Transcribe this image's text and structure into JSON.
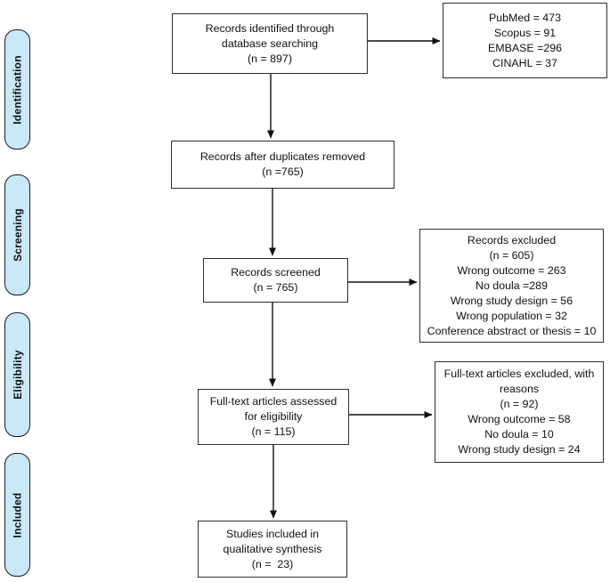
{
  "colors": {
    "stage_fill": "#c9e8f8",
    "stage_border": "#1b1b1b",
    "box_border": "#2e2e2e",
    "box_fill": "#ffffff",
    "arrow": "#111111"
  },
  "stages": [
    {
      "label": "Identification"
    },
    {
      "label": "Screening"
    },
    {
      "label": "Eligibility"
    },
    {
      "label": "Included"
    }
  ],
  "boxes": {
    "identified": {
      "lines": [
        "Records identified through",
        "database searching",
        "(n = 897)"
      ]
    },
    "sources": {
      "lines": [
        "PubMed = 473",
        "Scopus = 91",
        "EMBASE =296",
        "CINAHL = 37"
      ]
    },
    "duplicates_removed": {
      "lines": [
        "Records after duplicates removed",
        "(n =765)"
      ]
    },
    "screened": {
      "lines": [
        "Records screened",
        "(n = 765)"
      ]
    },
    "records_excluded": {
      "lines": [
        "Records excluded",
        "(n = 605)",
        "Wrong outcome = 263",
        "No doula =289",
        "Wrong study design = 56",
        "Wrong population = 32",
        "Conference abstract or thesis = 10"
      ]
    },
    "fulltext_assessed": {
      "lines": [
        "Full-text articles assessed",
        "for eligibility",
        "(n = 115)"
      ]
    },
    "fulltext_excluded": {
      "lines": [
        "Full-text articles excluded, with",
        "reasons",
        "(n = 92)",
        "Wrong outcome = 58",
        "No doula = 10",
        "Wrong study design = 24"
      ]
    },
    "included_studies": {
      "lines": [
        "Studies included in",
        "qualitative synthesis",
        "(n =  23)"
      ]
    }
  }
}
